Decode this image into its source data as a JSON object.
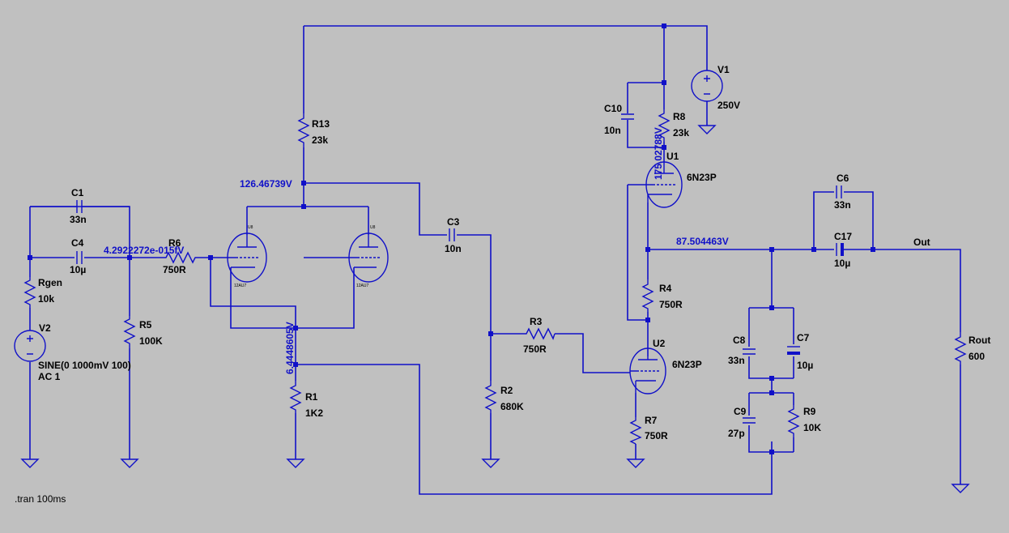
{
  "components": {
    "C1": {
      "name": "C1",
      "value": "33n"
    },
    "C4": {
      "name": "C4",
      "value": "10µ"
    },
    "Rgen": {
      "name": "Rgen",
      "value": "10k"
    },
    "V2": {
      "name": "V2",
      "value": "SINE(0 1000mV 100)",
      "value2": "AC 1"
    },
    "R5": {
      "name": "R5",
      "value": "100K"
    },
    "R6": {
      "name": "R6",
      "value": "750R"
    },
    "R13": {
      "name": "R13",
      "value": "23k"
    },
    "R1": {
      "name": "R1",
      "value": "1K2"
    },
    "C3": {
      "name": "C3",
      "value": "10n"
    },
    "R2": {
      "name": "R2",
      "value": "680K"
    },
    "R3": {
      "name": "R3",
      "value": "750R"
    },
    "C10": {
      "name": "C10",
      "value": "10n"
    },
    "R8": {
      "name": "R8",
      "value": "23k"
    },
    "V1": {
      "name": "V1",
      "value": "250V"
    },
    "U1": {
      "name": "U1",
      "value": "6N23P"
    },
    "U2": {
      "name": "U2",
      "value": "6N23P"
    },
    "R4": {
      "name": "R4",
      "value": "750R"
    },
    "R7": {
      "name": "R7",
      "value": "750R"
    },
    "C6": {
      "name": "C6",
      "value": "33n"
    },
    "C17": {
      "name": "C17",
      "value": "10µ"
    },
    "C8": {
      "name": "C8",
      "value": "33n"
    },
    "C7": {
      "name": "C7",
      "value": "10µ"
    },
    "C9": {
      "name": "C9",
      "value": "27p"
    },
    "R9": {
      "name": "R9",
      "value": "10K"
    },
    "Rout": {
      "name": "Rout",
      "value": "600"
    },
    "tubeA": {
      "name": "U8",
      "model": "12AU7"
    },
    "tubeB": {
      "name": "U8",
      "model": "12AU7"
    }
  },
  "net_labels": {
    "out": "Out"
  },
  "node_voltages": {
    "v_input": "4.2922272e-015fV",
    "v_plate_a": "126.46739V",
    "v_cathode_a": "6.4448605V",
    "v_plate_u1": "175.02788V",
    "v_output_node": "87.504463V"
  },
  "directive": ".tran 100ms"
}
